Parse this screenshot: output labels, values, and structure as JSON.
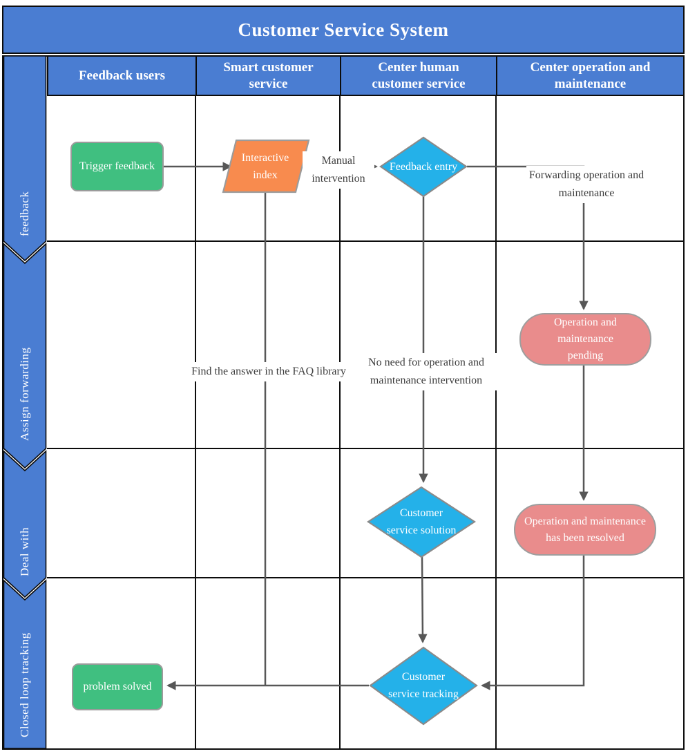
{
  "title": "Customer Service System",
  "columns": [
    {
      "label": "Feedback users"
    },
    {
      "label": "Smart customer service"
    },
    {
      "label": "Center human customer service"
    },
    {
      "label": "Center operation and maintenance"
    }
  ],
  "phases": [
    {
      "label": "feedback"
    },
    {
      "label": "Assign forwarding"
    },
    {
      "label": "Deal with"
    },
    {
      "label": "Closed loop tracking"
    }
  ],
  "nodes": [
    {
      "id": "trigger-feedback",
      "label": "Trigger feedback",
      "shape": "rounded-rectangle",
      "fill": "#40bf80"
    },
    {
      "id": "interactive-index",
      "label": "Interactive index",
      "shape": "parallelogram",
      "fill": "#f88b4e"
    },
    {
      "id": "feedback-entry",
      "label": "Feedback entry",
      "shape": "diamond",
      "fill": "#24b1e9"
    },
    {
      "id": "operation-and-maintenance-pending",
      "label": "Operation and maintenance pending",
      "shape": "capsule",
      "fill": "#e98c8c"
    },
    {
      "id": "customer-service-solution",
      "label": "Customer service solution",
      "shape": "diamond",
      "fill": "#24b1e9"
    },
    {
      "id": "operation-and-maintenance-resolved",
      "label": "Operation and maintenance has been resolved",
      "shape": "capsule",
      "fill": "#e98c8c"
    },
    {
      "id": "customer-service-tracking",
      "label": "Customer service tracking",
      "shape": "diamond",
      "fill": "#24b1e9"
    },
    {
      "id": "problem-solved",
      "label": "problem solved",
      "shape": "rounded-rectangle",
      "fill": "#40bf80"
    }
  ],
  "edge_labels": [
    {
      "id": "manual-intervention",
      "label": "Manual intervention"
    },
    {
      "id": "forwarding-operation-and-maintenance",
      "label": "Forwarding operation and maintenance"
    },
    {
      "id": "find-answer-faq",
      "label": "Find the answer in the FAQ library"
    },
    {
      "id": "no-need-intervention",
      "label": "No need for operation and maintenance intervention"
    }
  ],
  "colors": {
    "lane_blue": "#4a7dd2",
    "node_green": "#40bf80",
    "node_orange": "#f88b4e",
    "node_cyan": "#24b1e9",
    "node_pink": "#e98c8c",
    "connector_gray": "#575757",
    "border_black": "#0c0c0c",
    "text_white": "#ffffff",
    "label_gray": "#3d3d3d"
  }
}
